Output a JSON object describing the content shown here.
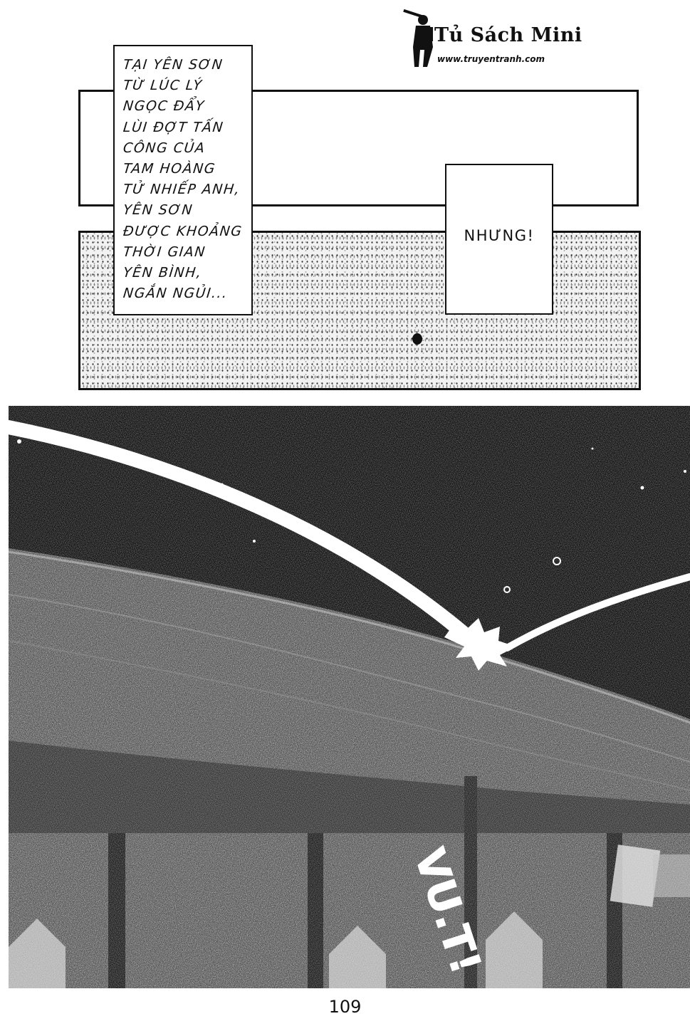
{
  "watermark": {
    "title": "Tủ Sách Mini",
    "url": "www.truyentranh.com"
  },
  "caption": {
    "lines": [
      "TẠI YÊN SƠN",
      "TỪ LÚC LÝ",
      "NGỌC ĐẨY",
      "LÙI ĐỢT TẤN",
      "CÔNG CỦA",
      "TAM HOÀNG",
      "TỬ NHIẾP ANH,",
      "YÊN SƠN",
      "ĐƯỢC KHOẢNG",
      "THỜI GIAN",
      "YÊN BÌNH,",
      "NGẮN NGỦI..."
    ]
  },
  "speech": {
    "text": "NHƯNG!"
  },
  "sfx": {
    "text": "VU.T!"
  },
  "page": {
    "number": "109"
  }
}
